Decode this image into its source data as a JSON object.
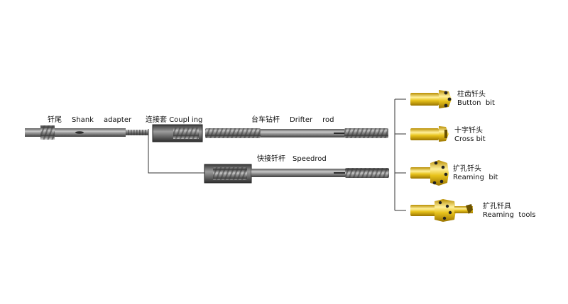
{
  "diagram": {
    "shank_adapter": {
      "zh": "钎尾",
      "en1": "Shank",
      "en2": "adapter"
    },
    "coupling": {
      "zh": "连接套",
      "en": "Coupl ing"
    },
    "drifter_rod": {
      "zh": "台车钻杆",
      "en1": "Drifter",
      "en2": "rod"
    },
    "speedrod": {
      "zh": "快接钎杆",
      "en": "Speedrod"
    },
    "button_bit": {
      "zh": "柱齿钎头",
      "en1": "Button",
      "en2": "bit"
    },
    "cross_bit": {
      "zh": "十字钎头",
      "en": "Cross bit"
    },
    "reaming_bit": {
      "zh": "扩孔钎头",
      "en1": "Reaming",
      "en2": "bit"
    },
    "reaming_tools": {
      "zh": "扩孔钎具",
      "en1": "Reaming",
      "en2": "tools"
    }
  },
  "colors": {
    "steel_dark": "#4a4a4a",
    "steel_mid": "#8a8a8a",
    "steel_light": "#c8c8c8",
    "gold_dark": "#b48a00",
    "gold_mid": "#e6c21a",
    "gold_light": "#fff0a0",
    "connector": "#333333"
  }
}
